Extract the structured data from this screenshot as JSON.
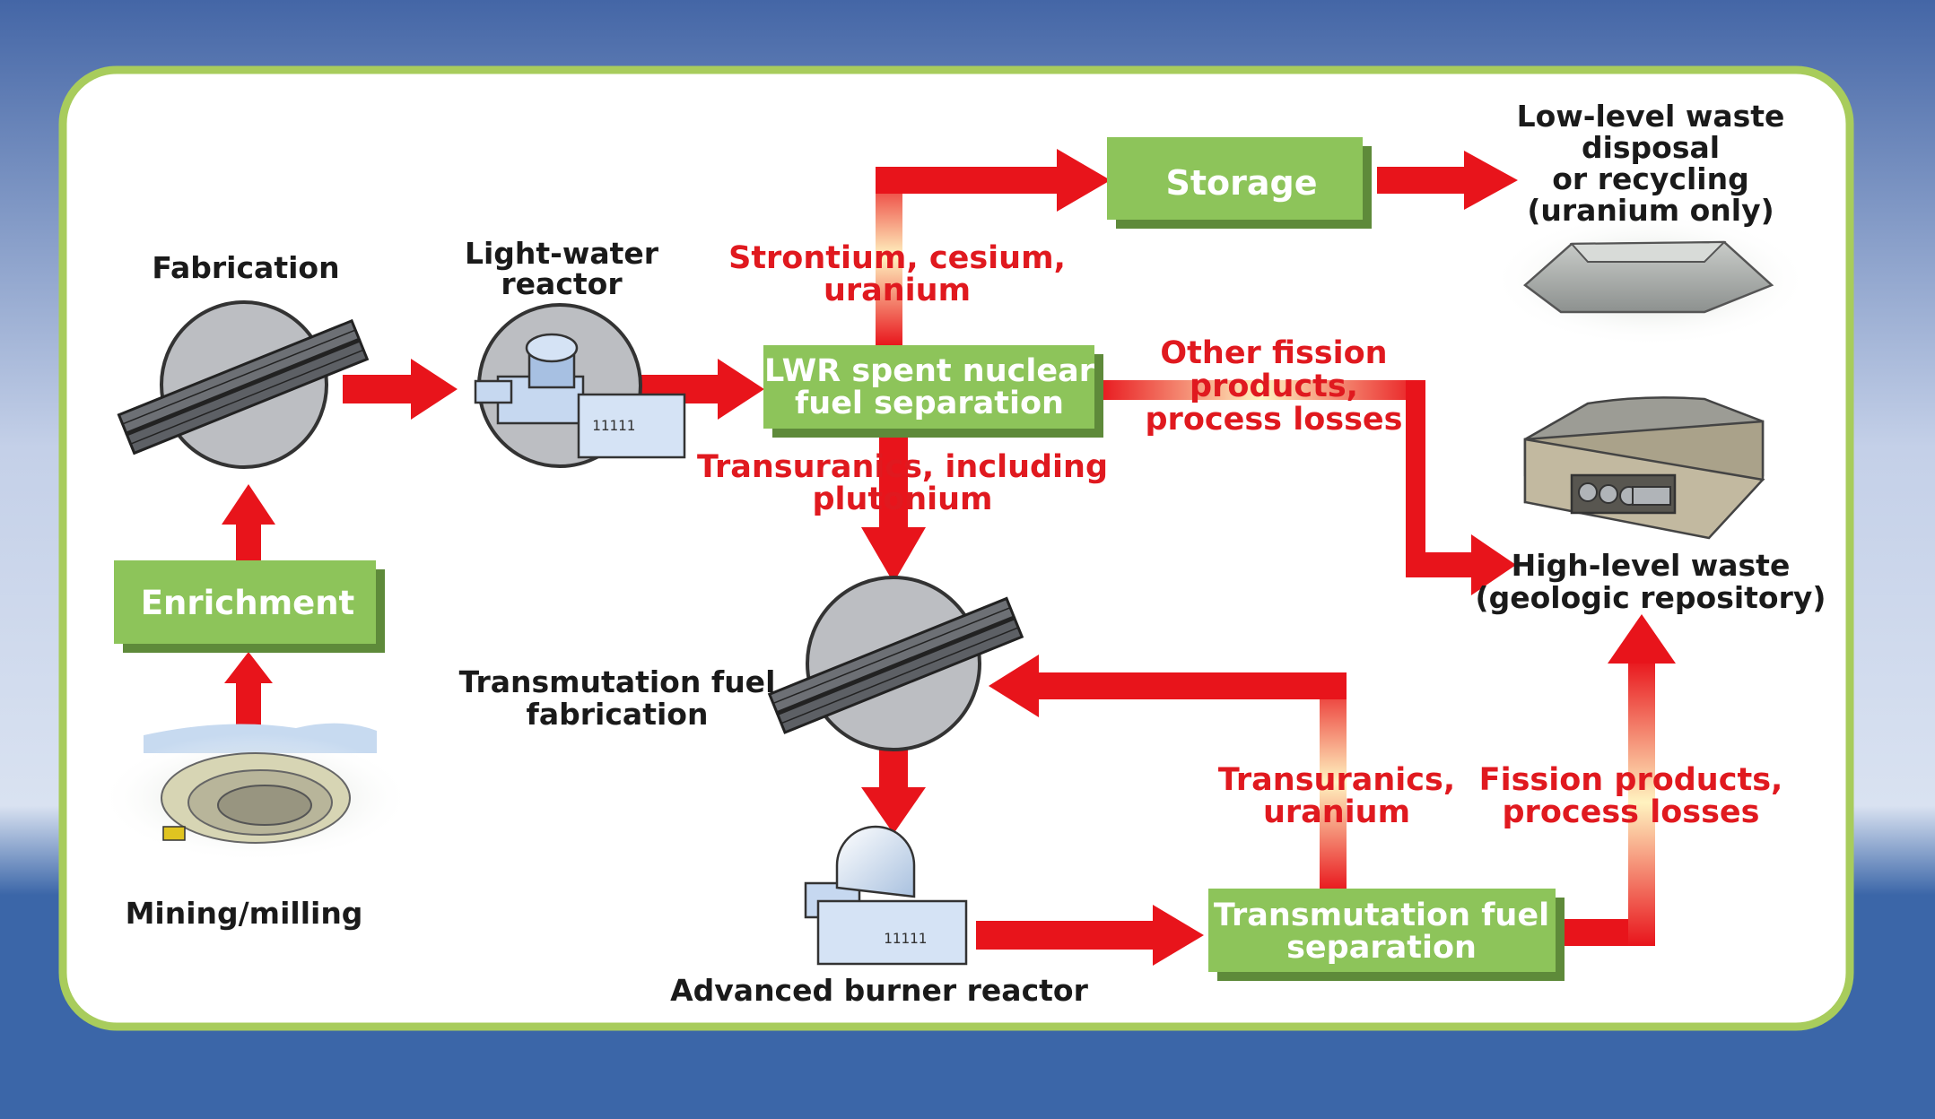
{
  "colors": {
    "arrow": "#e8141b",
    "box": "#8dc45a",
    "panel_border": "#a8cc5c",
    "background_blue": "#3b66a8"
  },
  "nodes": {
    "storage": "Storage",
    "enrichment": "Enrichment",
    "lwr_separation": [
      "LWR spent nuclear",
      "fuel separation"
    ],
    "transmutation_separation": [
      "Transmutation fuel",
      "separation"
    ]
  },
  "labels": {
    "fabrication": [
      "Fabrication"
    ],
    "light_water_reactor": [
      "Light-water",
      "reactor"
    ],
    "low_level_waste": [
      "Low-level waste",
      "disposal",
      "or recycling",
      "(uranium only)"
    ],
    "high_level_waste": [
      "High-level waste",
      "(geologic repository)"
    ],
    "transmutation_fuel_fabrication": [
      "Transmutation fuel",
      "fabrication"
    ],
    "mining_milling": [
      "Mining/milling"
    ],
    "advanced_burner_reactor": [
      "Advanced burner reactor"
    ]
  },
  "flows": {
    "strontium_cesium_uranium": [
      "Strontium, cesium,",
      "uranium"
    ],
    "other_fission_products": [
      "Other fission",
      "products,",
      "process losses"
    ],
    "transuranics_plutonium": [
      "Transuranics, including",
      "plutonium"
    ],
    "transuranics_uranium": [
      "Transuranics,",
      "uranium"
    ],
    "fission_products_losses": [
      "Fission products,",
      "process losses"
    ]
  },
  "icons": {
    "fabrication": "fuel-assembly-icon",
    "light_water_reactor": "reactor-plant-icon",
    "transmutation_fabrication": "fuel-assembly-icon",
    "advanced_burner_reactor": "dome-reactor-icon",
    "mining": "open-pit-mine-icon",
    "low_level_disposal": "waste-mound-icon",
    "geologic_repository": "repository-icon"
  }
}
